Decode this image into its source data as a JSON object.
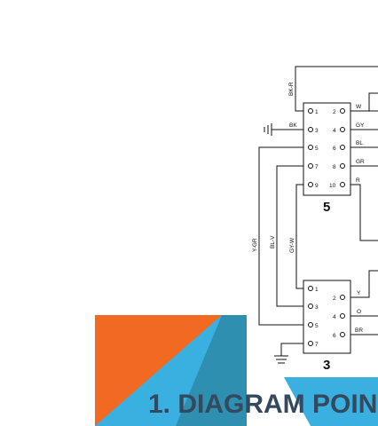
{
  "slide": {
    "title": "1. DIAGRAM POIN",
    "colors": {
      "orange": "#f26a21",
      "blue": "#3ab0e0",
      "teal": "#2f8fb0",
      "title": "#34495e"
    }
  },
  "connector_5": {
    "label": "5",
    "pins": [
      "1",
      "2",
      "3",
      "4",
      "5",
      "6",
      "7",
      "8",
      "9",
      "10"
    ]
  },
  "connector_3": {
    "label": "3",
    "pins": [
      "1",
      "2",
      "3",
      "4",
      "5",
      "6",
      "7"
    ]
  },
  "wires": {
    "bk_r": "BK-R",
    "bk": "BK",
    "w": "W",
    "gy": "GY",
    "bl": "BL",
    "gr": "GR",
    "r": "R",
    "y_gr": "Y-GR",
    "bl_v": "BL-V",
    "gy_w": "GY-W",
    "y": "Y",
    "o": "O",
    "br": "BR"
  }
}
